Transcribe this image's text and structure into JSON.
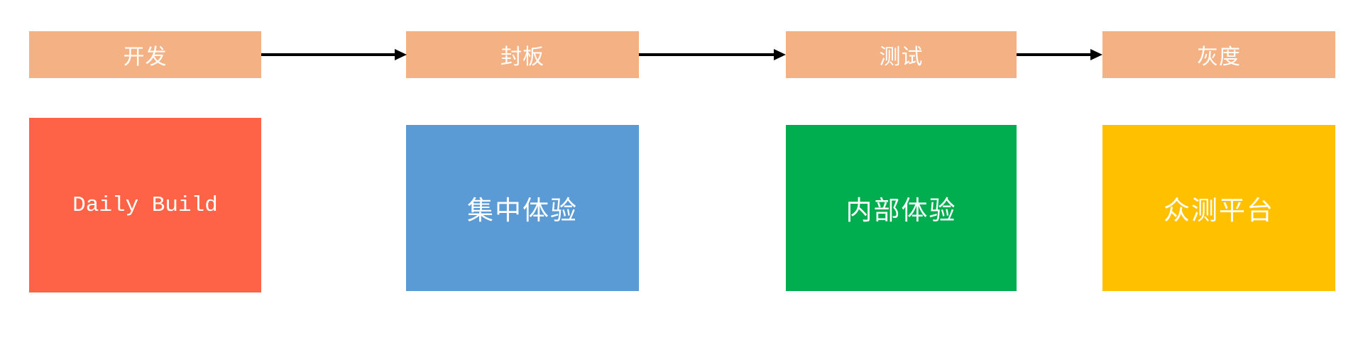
{
  "pipeline": {
    "background_color": "#ffffff",
    "phase_header_color": "#F4B183",
    "arrow_color": "#000000",
    "label_text_color": "#FFFFFF",
    "stages": [
      {
        "phase_label": "开发",
        "card_label": "Daily Build",
        "card_color": "#FF6347"
      },
      {
        "phase_label": "封板",
        "card_label": "集中体验",
        "card_color": "#5B9BD5"
      },
      {
        "phase_label": "测试",
        "card_label": "内部体验",
        "card_color": "#00AE50"
      },
      {
        "phase_label": "灰度",
        "card_label": "众测平台",
        "card_color": "#FFC000"
      }
    ]
  }
}
